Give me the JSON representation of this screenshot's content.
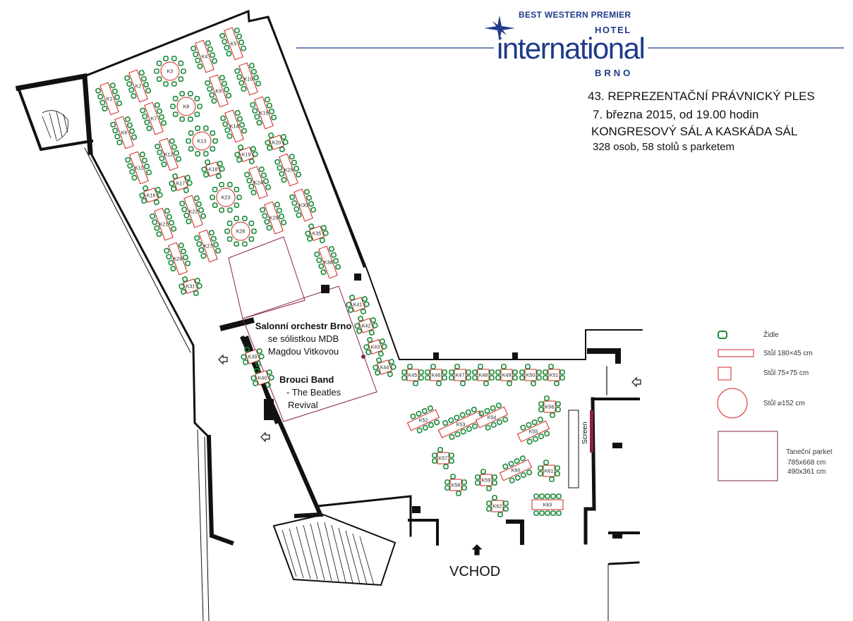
{
  "brand": {
    "top_line": "BEST WESTERN PREMIER",
    "hotel": "HOTEL",
    "name": "international",
    "city": "BRNO"
  },
  "event": {
    "title": "43. REPREZENTAČNÍ PRÁVNICKÝ PLES",
    "date": "7. března 2015, od 19.00 hodin",
    "venue": "KONGRESOVÝ SÁL A KASKÁDA SÁL",
    "capacity": "328 osob, 58 stolů s parketem"
  },
  "stage": {
    "orchestra": "Salonní orchestr Brno",
    "soloist_line1": "se sólistkou MDB",
    "soloist_line2": "Magdou Vitkovou",
    "band": "Brouci Band",
    "band_line1": "-  The Beatles",
    "band_line2": "Revival"
  },
  "legend": {
    "chair": "Židle",
    "table_long": "Stůl 180×45 cm",
    "table_square": "Stůl 75×75 cm",
    "table_round": "Stůl  ⌀152 cm",
    "floor": "Taneční parket",
    "floor_dim1": "785x668 cm",
    "floor_dim2": "490x361 cm"
  },
  "screen_label": "Screen",
  "entrance_label": "VCHOD",
  "colors": {
    "brand": "#1f3a8a",
    "table": "#d02020",
    "chair": "#1a8a3a",
    "floor": "#8a2050",
    "wall": "#111111"
  },
  "tables": [
    "K1",
    "K2",
    "K3",
    "K4",
    "K5",
    "K6",
    "K7",
    "K8",
    "K9",
    "K10",
    "K11",
    "K12",
    "K13",
    "K14",
    "K15",
    "K16",
    "K17",
    "K18",
    "K19",
    "K20",
    "K21",
    "K22",
    "K23",
    "K24",
    "K25",
    "K26",
    "K27",
    "K28",
    "K29",
    "K30",
    "K31",
    "K35",
    "K38",
    "K39",
    "K40",
    "K41",
    "K42",
    "K43",
    "K44",
    "K45",
    "K46",
    "K47",
    "K48",
    "K49",
    "K50",
    "K51",
    "K52",
    "K53",
    "K54",
    "K55",
    "K56",
    "K57",
    "K58",
    "K59",
    "K60",
    "K61",
    "K62",
    "K63"
  ]
}
